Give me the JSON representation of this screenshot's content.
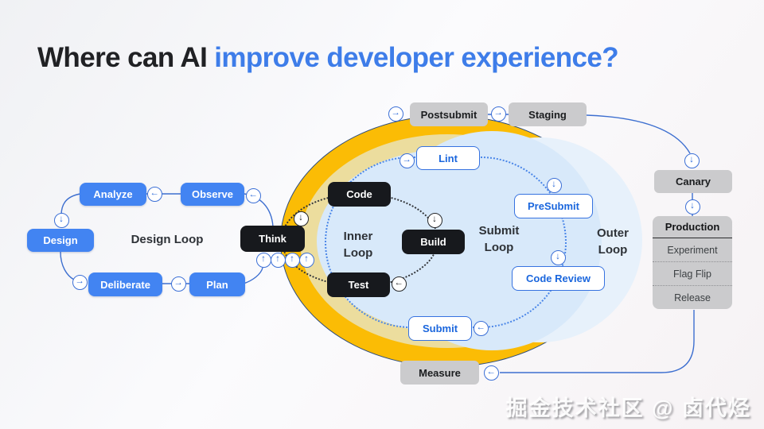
{
  "title": {
    "prefix": "Where can AI",
    "highlight": "improve developer experience?"
  },
  "loops": {
    "design": "Design Loop",
    "inner": [
      "Inner",
      "Loop"
    ],
    "submit": [
      "Submit",
      "Loop"
    ],
    "outer": [
      "Outer",
      "Loop"
    ]
  },
  "nodes": {
    "analyze": "Analyze",
    "observe": "Observe",
    "design": "Design",
    "deliberate": "Deliberate",
    "plan": "Plan",
    "think": "Think",
    "code": "Code",
    "build": "Build",
    "test": "Test",
    "lint": "Lint",
    "presubmit": "PreSubmit",
    "code_review": "Code Review",
    "submit": "Submit",
    "postsubmit": "Postsubmit",
    "staging": "Staging",
    "canary": "Canary",
    "measure": "Measure"
  },
  "production": {
    "header": "Production",
    "rows": [
      "Experiment",
      "Flag Flip",
      "Release"
    ]
  },
  "icons": {
    "arrow_up": "↑",
    "arrow_down": "↓",
    "arrow_left": "←",
    "arrow_right": "→"
  },
  "watermark": "掘金技术社区 @ 卤代烃",
  "colors": {
    "title_highlight": "#3e7de9",
    "blue_node": "#4284f2",
    "black_node": "#17191d",
    "gray_node": "#cbcbcd",
    "white_node_text": "#1a66dd",
    "yellow_ring": "#fbbc05",
    "pale_yellow_ring": "#ecdd9e",
    "inner_loop_fill": "#d8e9fa",
    "outer_loop_fill": "#e7f1fb",
    "connector_line": "#3d6fd0",
    "inner_dotted": "#33363a",
    "submit_dotted": "#4a86e8"
  }
}
